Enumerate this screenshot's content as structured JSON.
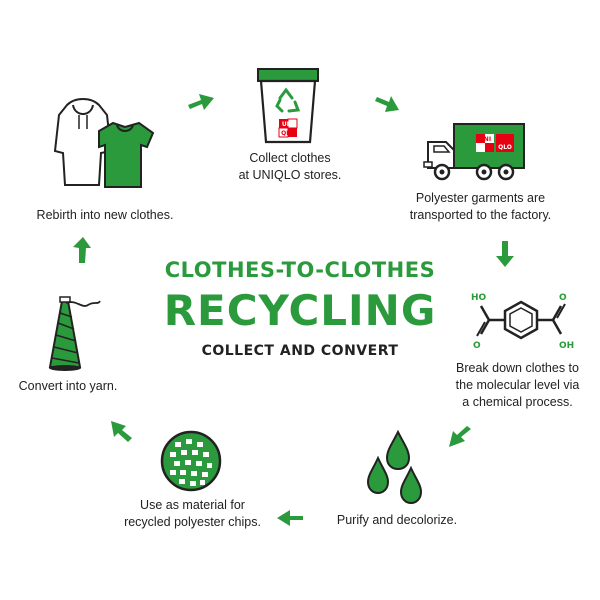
{
  "title": {
    "line1": "CLOTHES-TO-CLOTHES",
    "line2": "RECYCLING",
    "subtitle": "COLLECT AND CONVERT"
  },
  "steps": [
    {
      "caption": "Collect clothes\nat UNIQLO stores.",
      "icon": "recycle-bin-icon"
    },
    {
      "caption": "Polyester garments are\ntransported to the factory.",
      "icon": "truck-icon"
    },
    {
      "caption": "Break down clothes to\nthe molecular level via\na chemical process.",
      "icon": "molecule-icon"
    },
    {
      "caption": "Purify and decolorize.",
      "icon": "droplets-icon"
    },
    {
      "caption": "Use as material for\nrecycled polyester chips.",
      "icon": "chips-icon"
    },
    {
      "caption": "Convert into yarn.",
      "icon": "yarn-spool-icon"
    },
    {
      "caption": "Rebirth into new clothes.",
      "icon": "clothes-icon"
    }
  ],
  "molecule_labels": {
    "top_left": "HO",
    "top_right": "O",
    "bottom_left": "O",
    "bottom_right": "OH"
  },
  "brand": {
    "logo_top": "UNI",
    "logo_bottom": "QLO",
    "truck_logo_top": "UNI",
    "truck_logo_bottom": "QLO"
  },
  "colors": {
    "green": "#2a9a3c",
    "red": "#e60012",
    "text": "#222222"
  }
}
